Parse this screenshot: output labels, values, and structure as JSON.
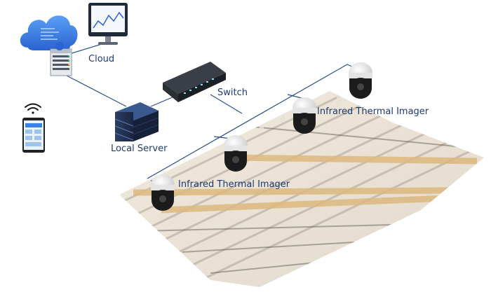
{
  "labels": {
    "cloud": "Cloud",
    "switch": "Switch",
    "local_server": "Local Server",
    "thermal_imager_upper": "Infrared Thermal Imager",
    "thermal_imager_lower": "Infrared Thermal Imager"
  },
  "colors": {
    "link_line": "#2b4f8f",
    "label_text": "#1f3a6e",
    "cloud_blue": "#3b82e6",
    "tray_orange": "#d9a85c",
    "camera_white": "#eeeeee",
    "camera_dark": "#222222"
  },
  "icons": [
    "cloud-icon",
    "monitor-icon",
    "server-rack-icon",
    "network-switch-icon",
    "local-server-icon",
    "mobile-phone-icon",
    "wifi-icon",
    "thermal-camera-icon"
  ]
}
